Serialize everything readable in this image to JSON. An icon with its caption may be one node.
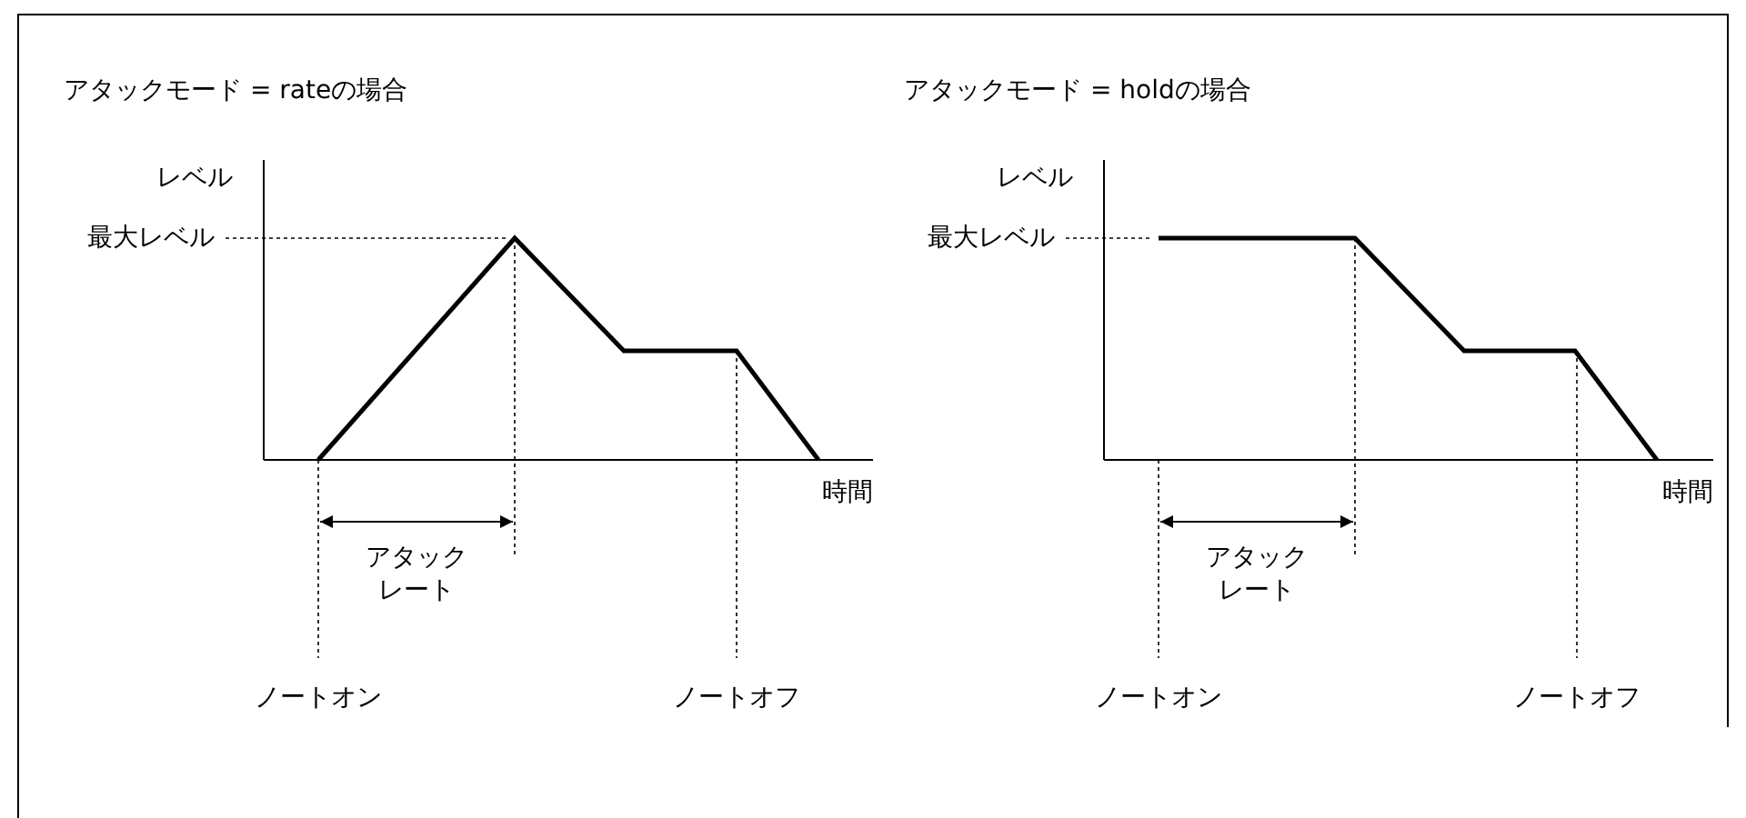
{
  "diagram": {
    "labels": [
      "アタックモード = rateの場合",
      "アタックモード = holdの場合",
      "レベル",
      "レベル",
      "最大レベル",
      "最大レベル",
      "時間",
      "時間",
      "アタックレート",
      "アタックレート",
      "ノートオン",
      "ノートオフ",
      "ノートオン",
      "ノートオフ"
    ]
  }
}
